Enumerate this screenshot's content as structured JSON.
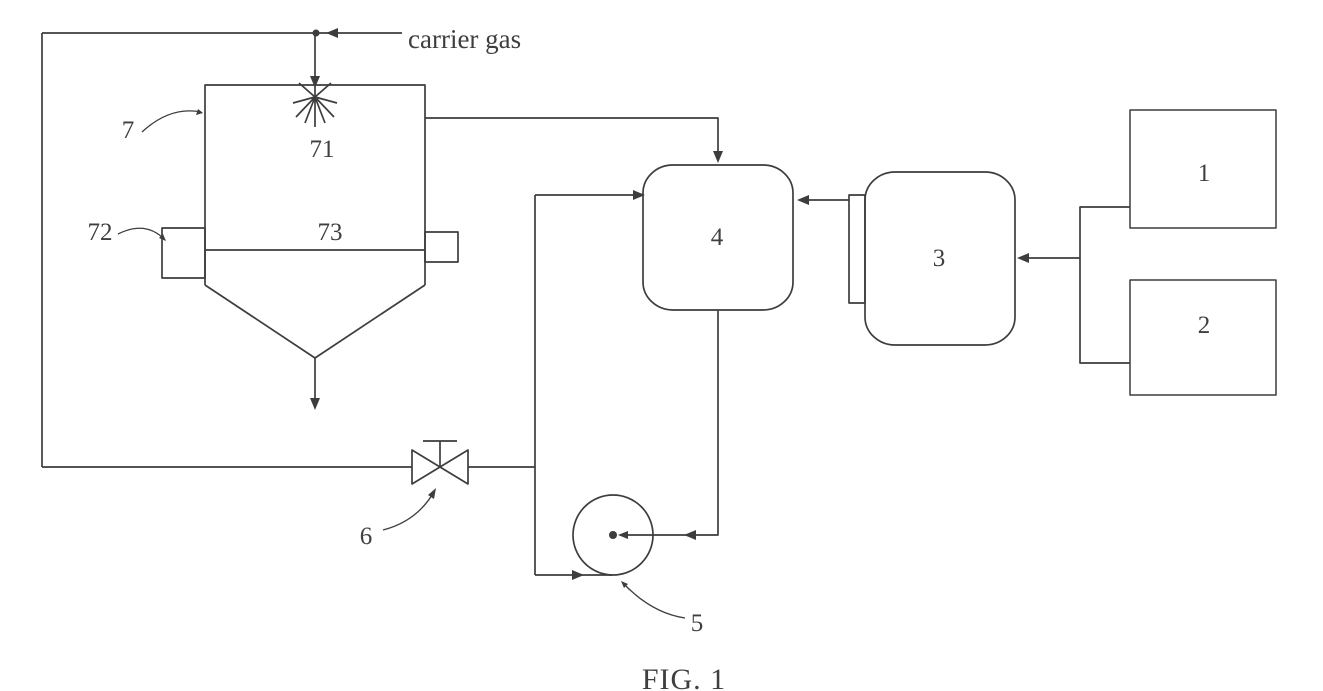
{
  "colors": {
    "background": "#ffffff",
    "line": "#3d3d3d",
    "label": "#3f3f3f"
  },
  "labels": {
    "carrier_gas": "carrier gas",
    "tank1": "1",
    "tank2": "2",
    "vessel3": "3",
    "vessel4": "4",
    "pump5": "5",
    "valve6": "6",
    "dryer7": "7",
    "nozzle71": "71",
    "port72": "72",
    "plate73": "73"
  },
  "caption": "FIG. 1"
}
